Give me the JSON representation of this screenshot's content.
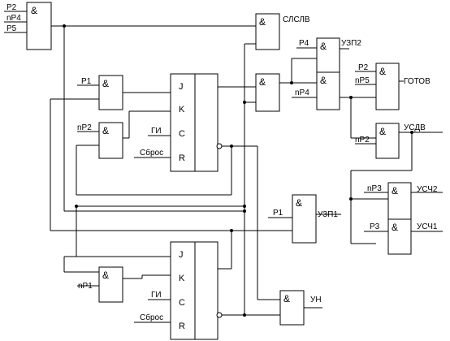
{
  "gate_symbol": "&",
  "flip_flop_pins": [
    "J",
    "K",
    "C",
    "R"
  ],
  "signals": {
    "p2": "P2",
    "np4": "nP4",
    "p5": "P5",
    "p1": "P1",
    "np2": "nP2",
    "gi": "ГИ",
    "reset": "Сброс",
    "np1": "nP1",
    "p4": "P4",
    "np5": "nP5",
    "np3": "nP3",
    "p3": "P3"
  },
  "outputs": {
    "slslv": "СЛСЛВ",
    "uzp2": "УЗП2",
    "gotov": "ГОТОВ",
    "usdv": "УСДВ",
    "usch2": "УСЧ2",
    "usch1": "УСЧ1",
    "uzp1": "УЗП1",
    "un": "УН"
  }
}
